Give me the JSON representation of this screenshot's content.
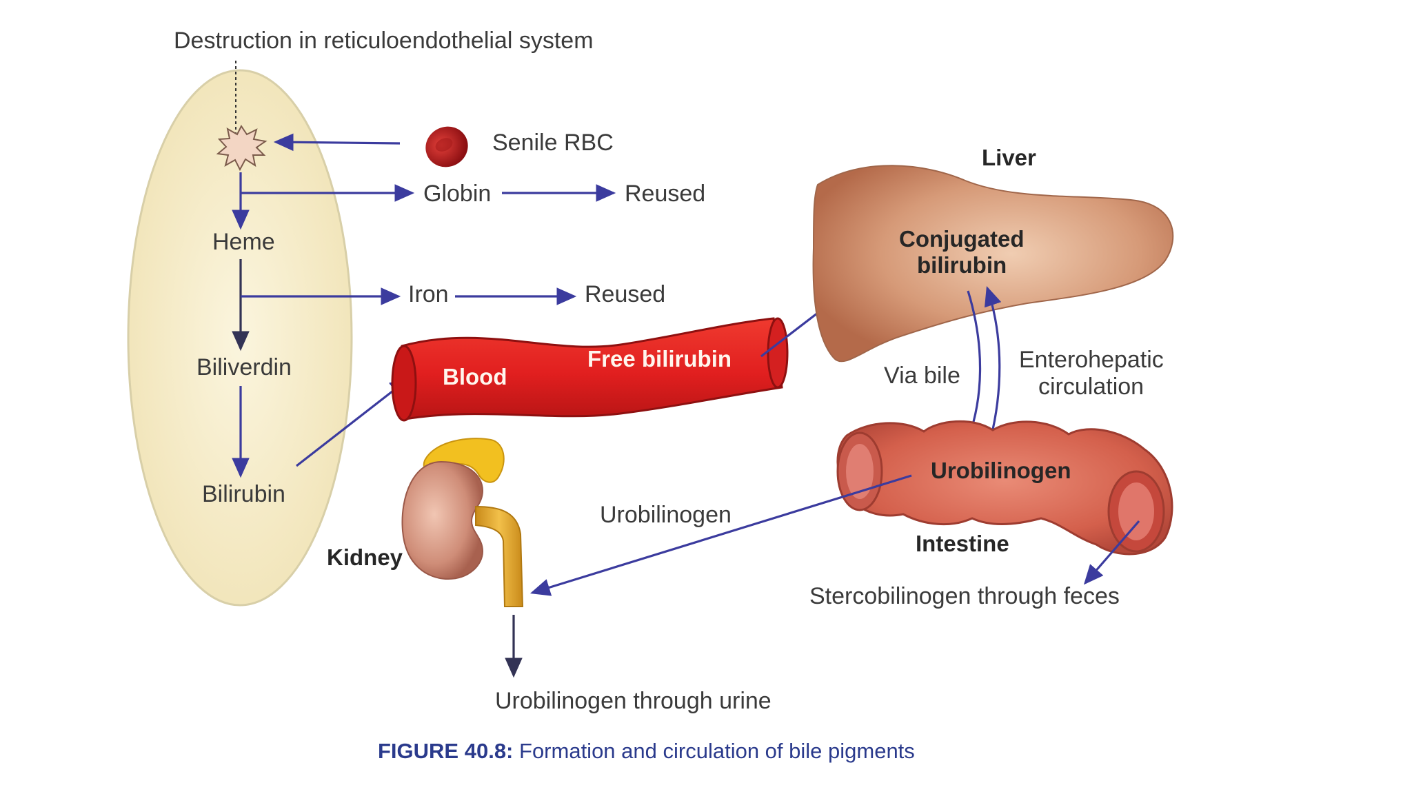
{
  "diagram": {
    "rbc_destruction_label": "Destruction in reticuloendothelial system",
    "senile_rbc": "Senile RBC",
    "globin": "Globin",
    "globin_fate": "Reused",
    "heme": "Heme",
    "iron": "Iron",
    "iron_fate": "Reused",
    "biliverdin": "Biliverdin",
    "bilirubin": "Bilirubin",
    "blood": "Blood",
    "free_bilirubin": "Free bilirubin",
    "liver": "Liver",
    "conjugated_line1": "Conjugated",
    "conjugated_line2": "bilirubin",
    "via_bile": "Via bile",
    "enterohepatic_line1": "Enterohepatic",
    "enterohepatic_line2": "circulation",
    "urobilinogen_intestine": "Urobilinogen",
    "intestine": "Intestine",
    "stercobilinogen": "Stercobilinogen through feces",
    "urobilinogen_to_kidney": "Urobilinogen",
    "kidney": "Kidney",
    "urine": "Urobilinogen through urine"
  },
  "caption": {
    "prefix": "FIGURE 40.8:",
    "text": " Formation and circulation of bile pigments"
  },
  "colors": {
    "arrow": "#3b3b9e",
    "blood_vessel": "#e02424",
    "liver": "#c98a6a",
    "intestine": "#d9604d",
    "spleen_ellipse": "#f8f0d2",
    "caption": "#2a3a8c"
  }
}
